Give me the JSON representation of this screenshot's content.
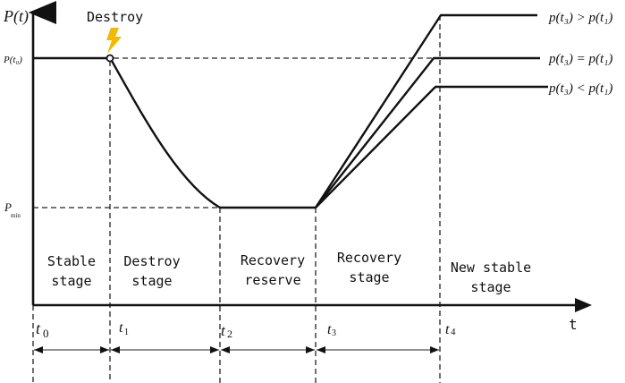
{
  "diagram": {
    "title_event": "Destroy",
    "y_axis_label": "P(t)",
    "x_axis_label": "t",
    "y_levels": [
      {
        "id": "p_t0",
        "label": "P(t₀)"
      },
      {
        "id": "p_min",
        "label": "P",
        "sub": "min"
      }
    ],
    "time_points": [
      {
        "id": "t0",
        "label": "t",
        "sub": "0"
      },
      {
        "id": "t1",
        "label": "t",
        "sub": "1"
      },
      {
        "id": "t2",
        "label": "t",
        "sub": "2"
      },
      {
        "id": "t3",
        "label": "t",
        "sub": "3"
      },
      {
        "id": "t4",
        "label": "t",
        "sub": "4"
      }
    ],
    "stages": [
      {
        "line1": "Stable",
        "line2": "stage"
      },
      {
        "line1": "Destroy",
        "line2": "stage"
      },
      {
        "line1": "Recovery",
        "line2": "reserve"
      },
      {
        "line1": "Recovery",
        "line2": "stage"
      },
      {
        "line1": "New stable",
        "line2": "stage"
      }
    ],
    "outcomes": [
      {
        "id": "greater",
        "label": "p(t₃) > p(t₁)"
      },
      {
        "id": "equal",
        "label": "p(t₃) = p(t₁)"
      },
      {
        "id": "less",
        "label": "p(t₃) < p(t₁)"
      }
    ],
    "icons": {
      "event": "lightning-bolt-icon",
      "event_color": "#f5b800"
    }
  }
}
